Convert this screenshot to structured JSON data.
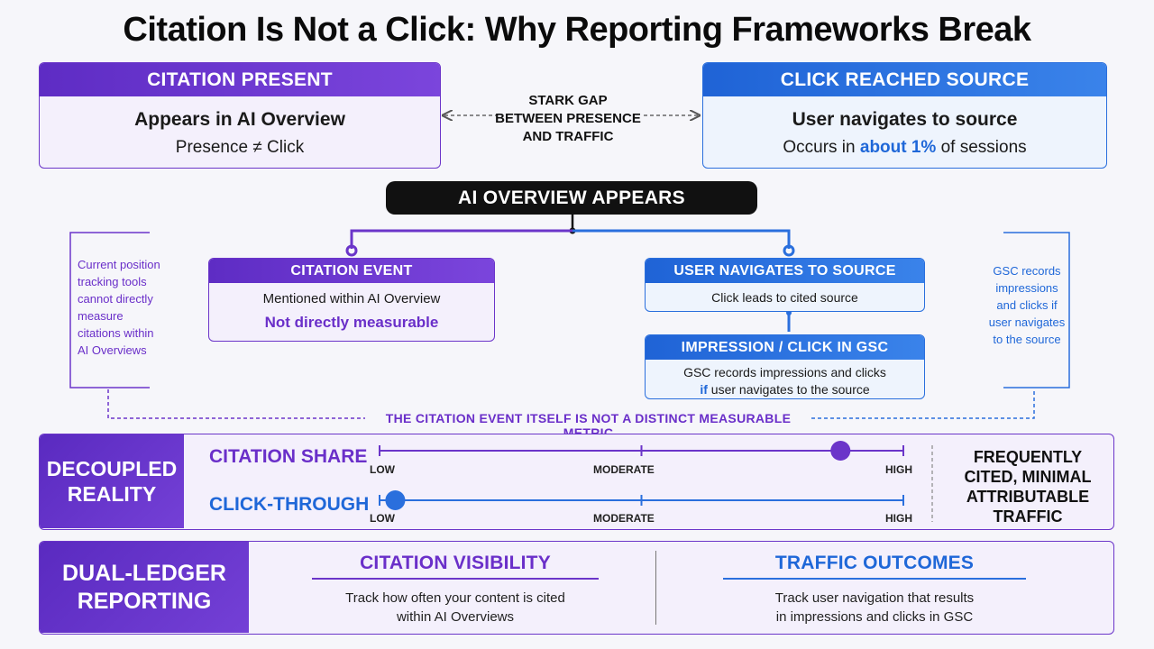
{
  "title": "Citation Is Not a Click: Why Reporting Frameworks Break",
  "citation_present": {
    "header": "CITATION PRESENT",
    "line1": "Appears in AI Overview",
    "line2": "Presence ≠ Click"
  },
  "gap": {
    "line1": "STARK GAP",
    "line2": "BETWEEN PRESENCE",
    "line3": "AND TRAFFIC"
  },
  "click_reached": {
    "header": "CLICK REACHED SOURCE",
    "line1": "User navigates to source",
    "line2_prefix": "Occurs in ",
    "line2_highlight": "about 1%",
    "line2_suffix": " of sessions"
  },
  "ai_overview_pill": "AI OVERVIEW APPEARS",
  "left_note": [
    "Current position",
    "tracking tools",
    "cannot directly",
    "measure",
    "citations within",
    "AI Overviews"
  ],
  "right_note": [
    "GSC records",
    "impressions",
    "and clicks if",
    "user navigates",
    "to the source"
  ],
  "citation_event": {
    "header": "CITATION EVENT",
    "line1": "Mentioned within AI Overview",
    "line2": "Not directly measurable"
  },
  "user_navigates": {
    "header": "USER NAVIGATES TO SOURCE",
    "line1": "Click leads to cited source"
  },
  "impression_click": {
    "header": "IMPRESSION / CLICK IN GSC",
    "line1": "GSC records impressions and clicks",
    "line2_highlight": "if",
    "line2_suffix": " user navigates to the source"
  },
  "not_metric_label": "THE CITATION EVENT ITSELF IS NOT A DISTINCT MEASURABLE METRIC",
  "decoupled": {
    "label_line1": "DECOUPLED",
    "label_line2": "REALITY",
    "rows": [
      {
        "name": "CITATION SHARE",
        "level": 0.88,
        "ticks": [
          "LOW",
          "MODERATE",
          "HIGH"
        ]
      },
      {
        "name": "CLICK-THROUGH",
        "level": 0.03,
        "ticks": [
          "LOW",
          "MODERATE",
          "HIGH"
        ]
      }
    ],
    "conclusion": [
      "FREQUENTLY",
      "CITED, MINIMAL",
      "ATTRIBUTABLE",
      "TRAFFIC"
    ]
  },
  "dual_ledger": {
    "label_line1": "DUAL-LEDGER",
    "label_line2": "REPORTING",
    "citation_visibility": {
      "title": "CITATION VISIBILITY",
      "line1": "Track how often your content is cited",
      "line2": "within AI Overviews"
    },
    "traffic_outcomes": {
      "title": "TRAFFIC OUTCOMES",
      "line1": "Track user navigation that results",
      "line2": "in impressions and clicks in GSC"
    }
  },
  "colors": {
    "purple": "#6b35c9",
    "blue": "#2a6fdd",
    "black": "#111111"
  }
}
